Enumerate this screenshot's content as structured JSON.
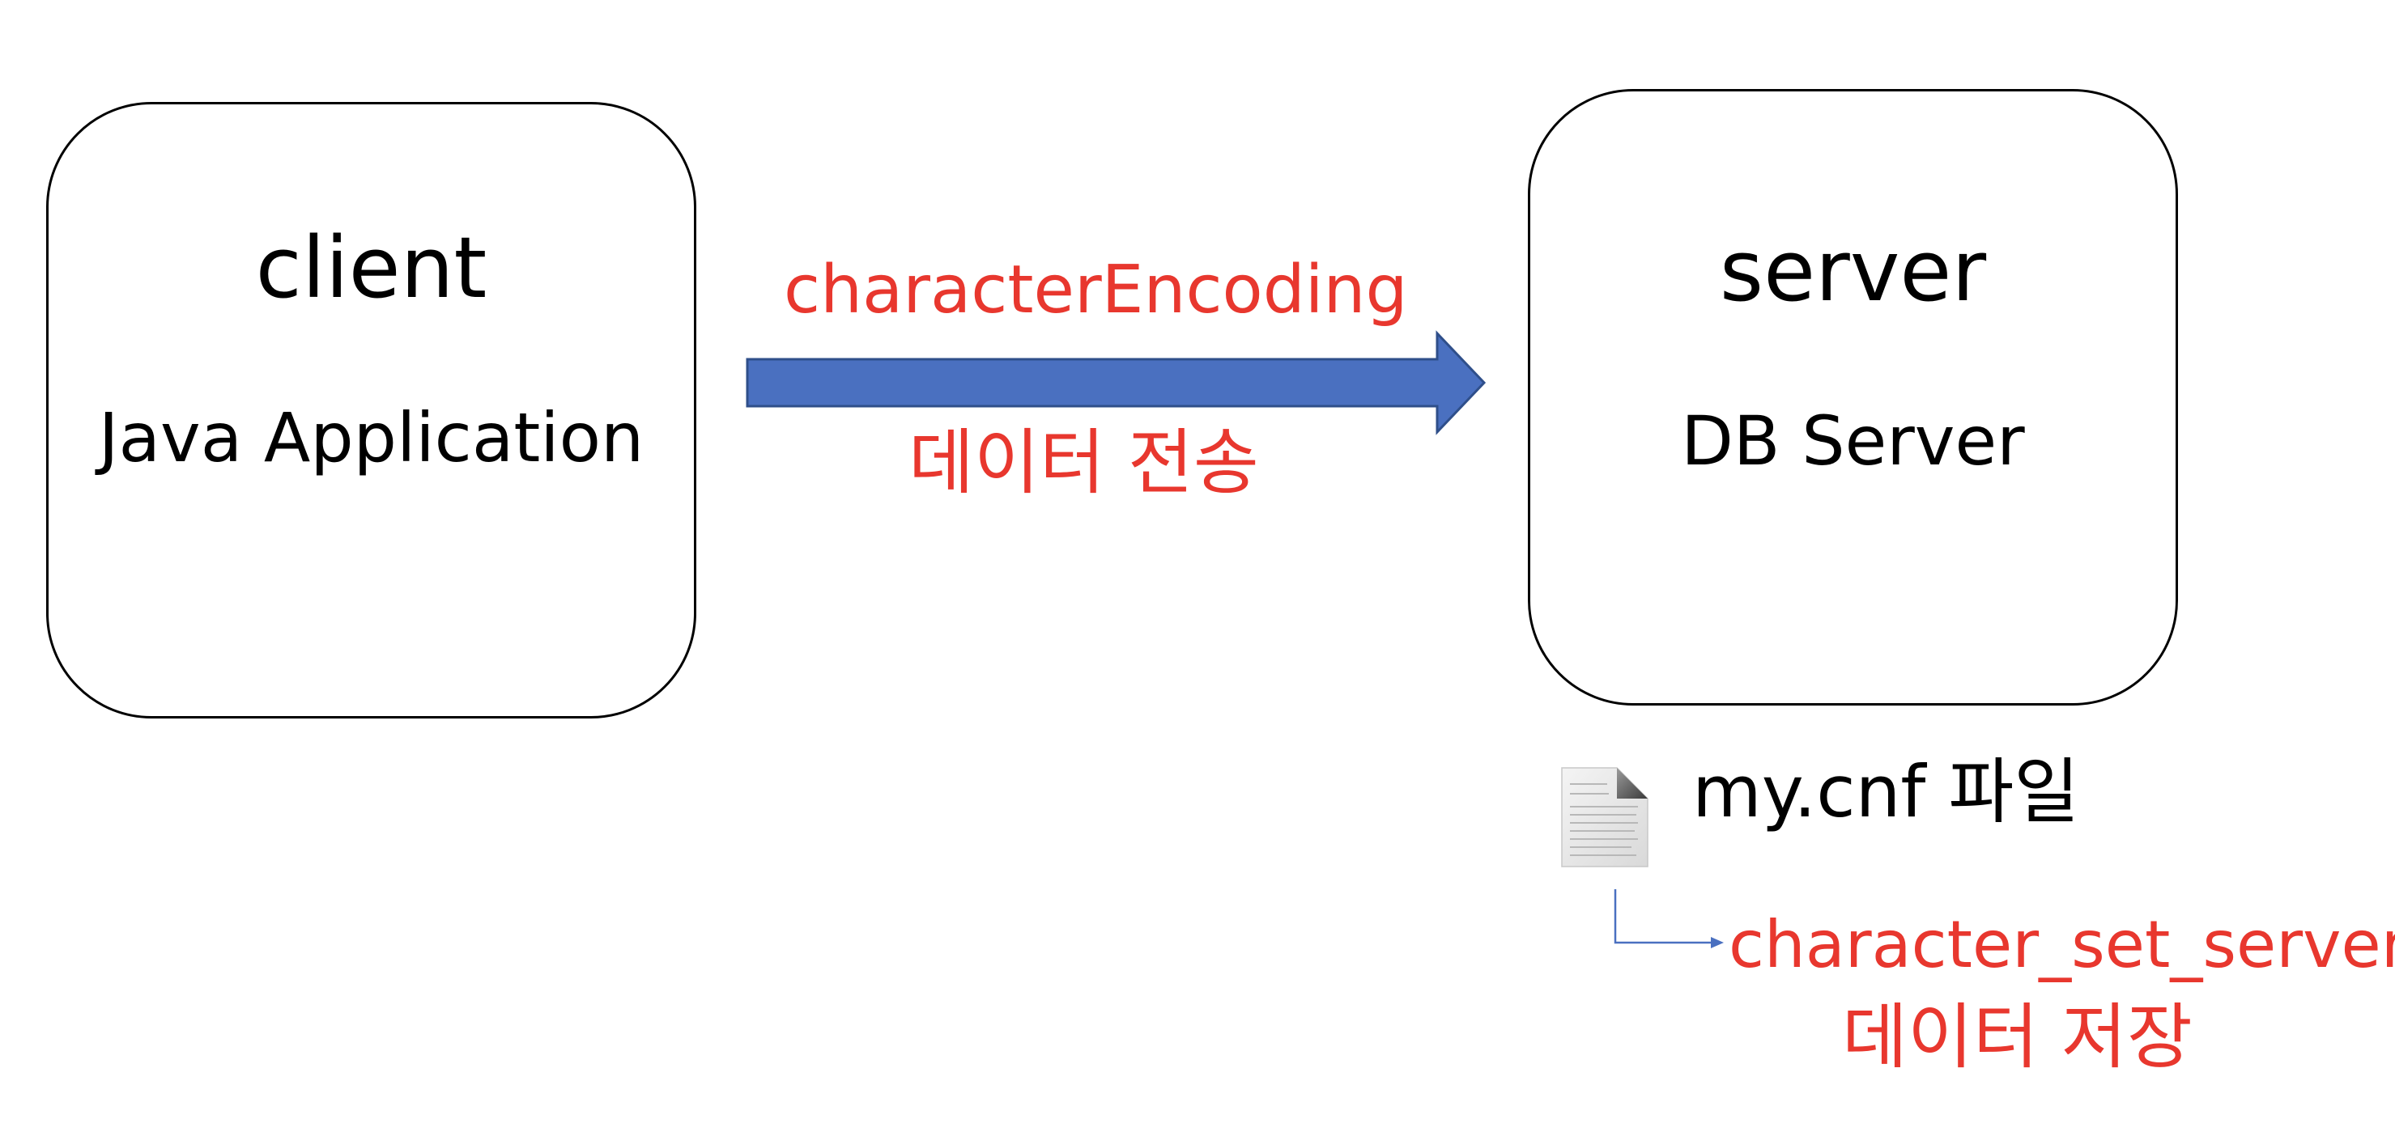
{
  "client": {
    "title": "client",
    "subtitle": "Java Application"
  },
  "server": {
    "title": "server",
    "subtitle": "DB Server"
  },
  "transfer": {
    "encoding_label": "characterEncoding",
    "action_label": "데이터 전송",
    "arrow_color": "#4a70c0"
  },
  "config": {
    "file_icon": "document-icon",
    "file_label": "my.cnf 파일",
    "setting_label": "character_set_server",
    "action_label": "데이터 저장"
  },
  "colors": {
    "accent_red": "#e8372e",
    "arrow_blue": "#4a70c0",
    "outline": "#000000"
  }
}
